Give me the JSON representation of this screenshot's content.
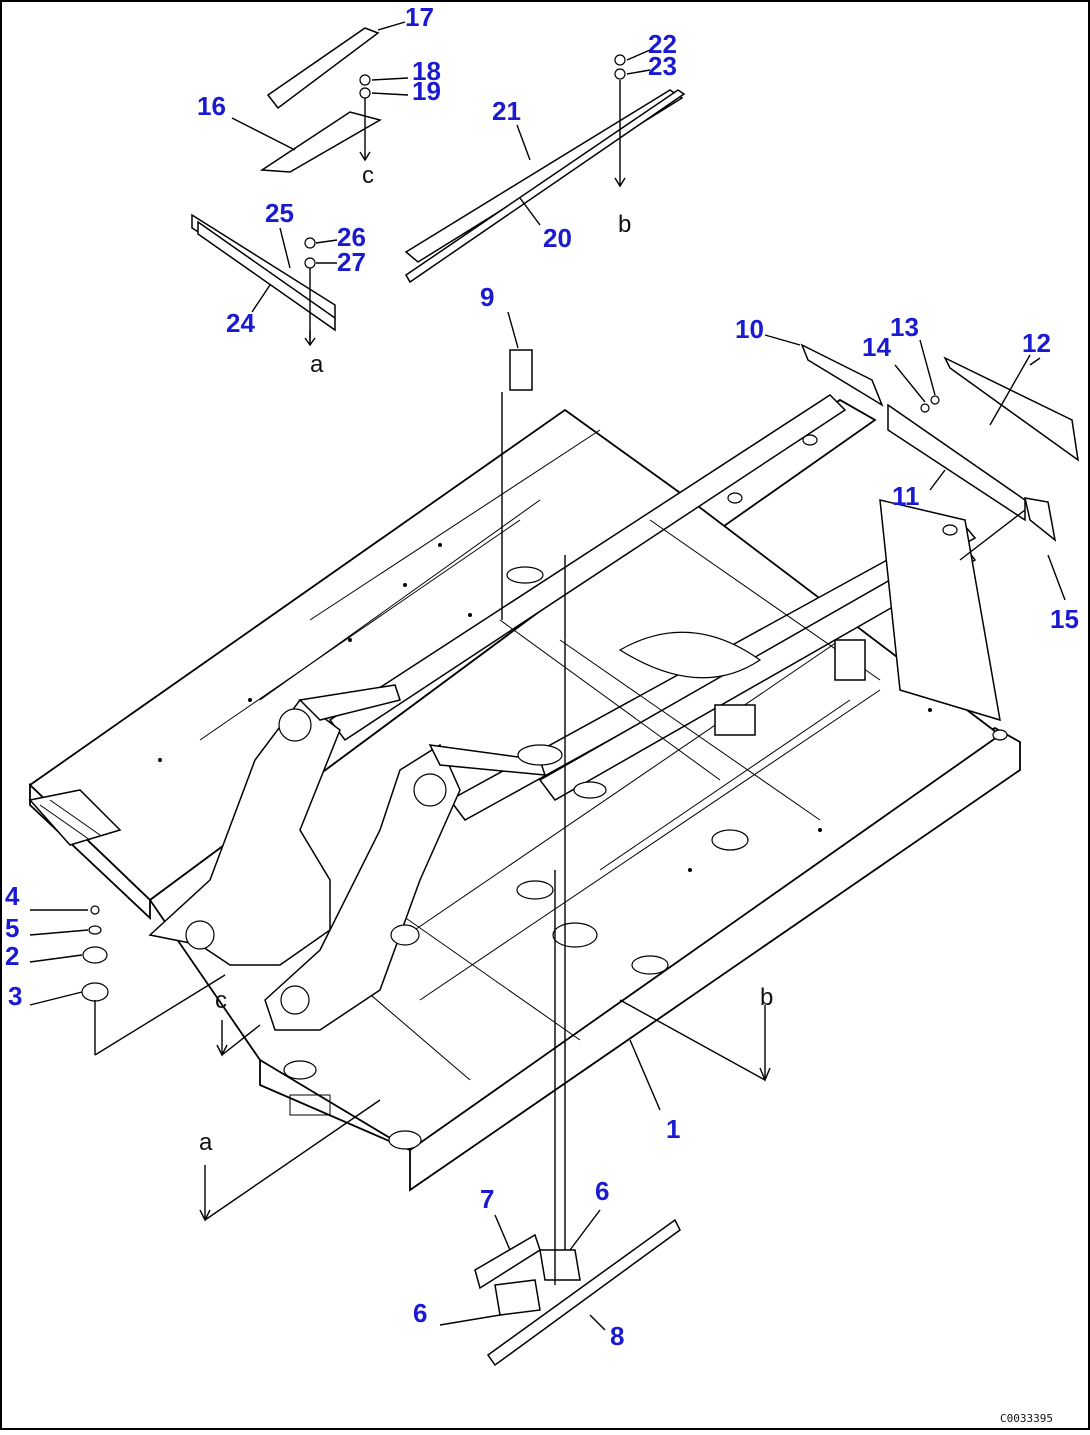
{
  "diagram": {
    "callouts": {
      "c1": "1",
      "c2": "2",
      "c3": "3",
      "c4": "4",
      "c5": "5",
      "c6a": "6",
      "c6b": "6",
      "c7": "7",
      "c8": "8",
      "c9": "9",
      "c10": "10",
      "c11": "11",
      "c12": "12",
      "c13": "13",
      "c14": "14",
      "c15": "15",
      "c16": "16",
      "c17": "17",
      "c18": "18",
      "c19": "19",
      "c20": "20",
      "c21": "21",
      "c22": "22",
      "c23": "23",
      "c24": "24",
      "c25": "25",
      "c26": "26",
      "c27": "27"
    },
    "refs": {
      "a_top": "a",
      "a_bottom": "a",
      "b_top": "b",
      "b_bottom": "b",
      "c_top": "c",
      "c_bottom": "c"
    },
    "drawing_code": "C0033395",
    "colors": {
      "callout": "#1a1ad0",
      "lines": "#000000",
      "background": "#ffffff"
    }
  }
}
